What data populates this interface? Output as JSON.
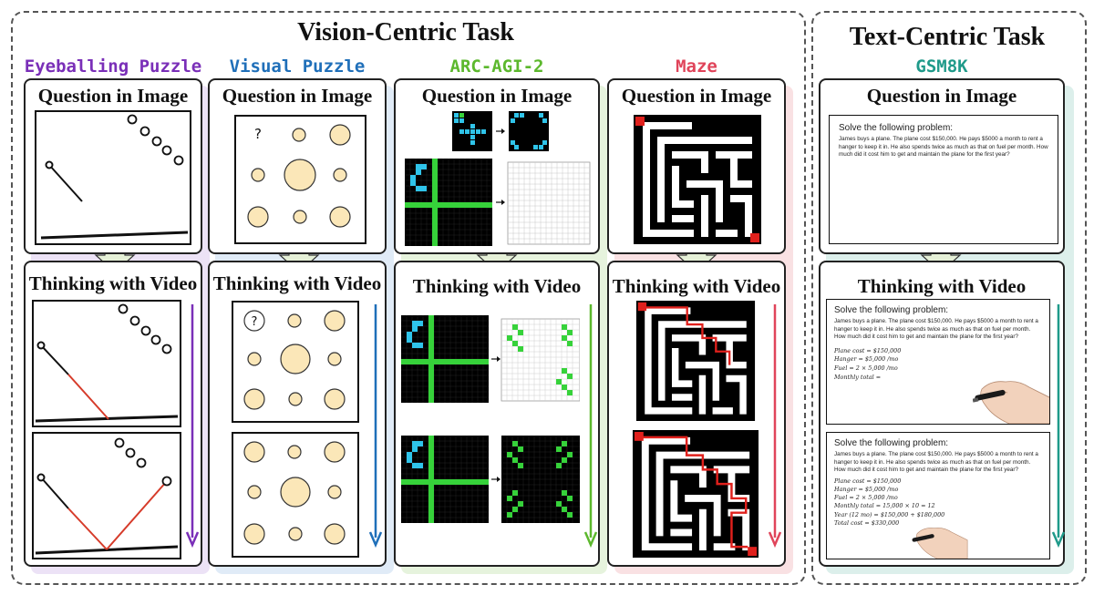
{
  "vision_group": {
    "title": "Vision-Centric Task"
  },
  "text_group": {
    "title": "Text-Centric Task"
  },
  "colors": {
    "eyeballing": "#7a2fb8",
    "visual": "#1f6fb9",
    "arc": "#5cb82d",
    "maze": "#e0445a",
    "gsm8k": "#1f9a8a"
  },
  "question_panel_title": "Question in Image",
  "thinking_panel_title": "Thinking with Video",
  "columns": [
    {
      "name": "Eyeballing Puzzle"
    },
    {
      "name": "Visual Puzzle"
    },
    {
      "name": "ARC-AGI-2"
    },
    {
      "name": "Maze"
    },
    {
      "name": "GSM8K"
    }
  ],
  "visual_puzzle": {
    "question_mark": "?"
  },
  "gsm8k": {
    "heading": "Solve the following problem:",
    "problem": "James buys a plane. The plane cost $150,000. He pays $5000 a month to rent a hanger to keep it in. He also spends twice as much as that on fuel per month. How much did it cost him to get and maintain the plane for the first year?",
    "steps_frame1": [
      "Plane cost = $150,000",
      "Hanger = $5,000 /mo",
      "Fuel = 2 × 5,000 /mo",
      "Monthly total ="
    ],
    "steps_frame2": [
      "Plane cost = $150,000",
      "Hanger = $5,000 /mo",
      "Fuel = 2 × 5,000 /mo",
      "Monthly total = 15,000 × 10 = 12",
      "Year (12 mo) = $150,000 + $180,000",
      "Total cost = $330,000"
    ]
  }
}
